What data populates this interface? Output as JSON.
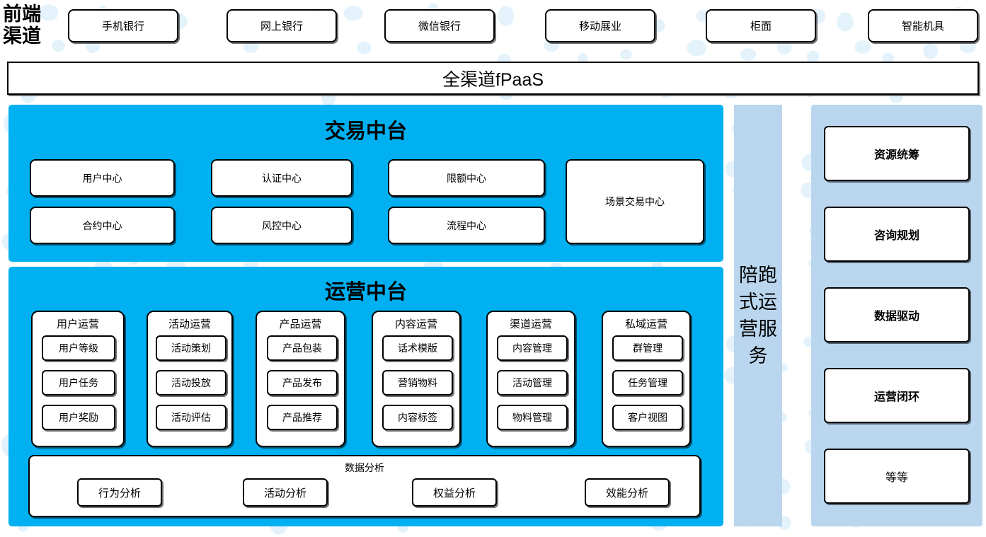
{
  "colors": {
    "cyan_panel": "#00b0f0",
    "light_blue_column": "#bad6ef",
    "dot_background": "#e4f2fb",
    "box_border": "#000000",
    "box_fill": "#ffffff"
  },
  "front_channel": {
    "label": "前端\n渠道",
    "label_line1": "前端",
    "label_line2": "渠道",
    "items": [
      {
        "label": "手机银行"
      },
      {
        "label": "网上银行"
      },
      {
        "label": "微信银行"
      },
      {
        "label": "移动展业"
      },
      {
        "label": "柜面"
      },
      {
        "label": "智能机具"
      }
    ]
  },
  "platform_bar": {
    "label": "全渠道fPaaS"
  },
  "transaction_platform": {
    "title": "交易中台",
    "cards_row1": [
      {
        "label": "用户中心"
      },
      {
        "label": "认证中心"
      },
      {
        "label": "限额中心"
      }
    ],
    "cards_row2": [
      {
        "label": "合约中心"
      },
      {
        "label": "风控中心"
      },
      {
        "label": "流程中心"
      }
    ],
    "tall_card": {
      "label": "场景交易中心"
    }
  },
  "operations_platform": {
    "title": "运营中台",
    "groups": [
      {
        "title": "用户运营",
        "items": [
          {
            "label": "用户等级"
          },
          {
            "label": "用户任务"
          },
          {
            "label": "用户奖励"
          }
        ]
      },
      {
        "title": "活动运营",
        "items": [
          {
            "label": "活动策划"
          },
          {
            "label": "活动投放"
          },
          {
            "label": "活动评估"
          }
        ]
      },
      {
        "title": "产品运营",
        "items": [
          {
            "label": "产品包装"
          },
          {
            "label": "产品发布"
          },
          {
            "label": "产品推荐"
          }
        ]
      },
      {
        "title": "内容运营",
        "items": [
          {
            "label": "话术模版"
          },
          {
            "label": "营销物料"
          },
          {
            "label": "内容标签"
          }
        ]
      },
      {
        "title": "渠道运营",
        "items": [
          {
            "label": "内容管理"
          },
          {
            "label": "活动管理"
          },
          {
            "label": "物料管理"
          }
        ]
      },
      {
        "title": "私域运营",
        "items": [
          {
            "label": "群管理"
          },
          {
            "label": "任务管理"
          },
          {
            "label": "客户视图"
          }
        ]
      }
    ],
    "data_analysis": {
      "title": "数据分析",
      "items": [
        {
          "label": "行为分析"
        },
        {
          "label": "活动分析"
        },
        {
          "label": "权益分析"
        },
        {
          "label": "效能分析"
        }
      ]
    }
  },
  "service_column": {
    "label": "陪跑式运营服务"
  },
  "capability_column": {
    "cards": [
      {
        "label": "资源统筹",
        "bold": true
      },
      {
        "label": "咨询规划",
        "bold": true
      },
      {
        "label": "数据驱动",
        "bold": true
      },
      {
        "label": "运营闭环",
        "bold": true
      },
      {
        "label": "等等",
        "bold": false
      }
    ]
  }
}
